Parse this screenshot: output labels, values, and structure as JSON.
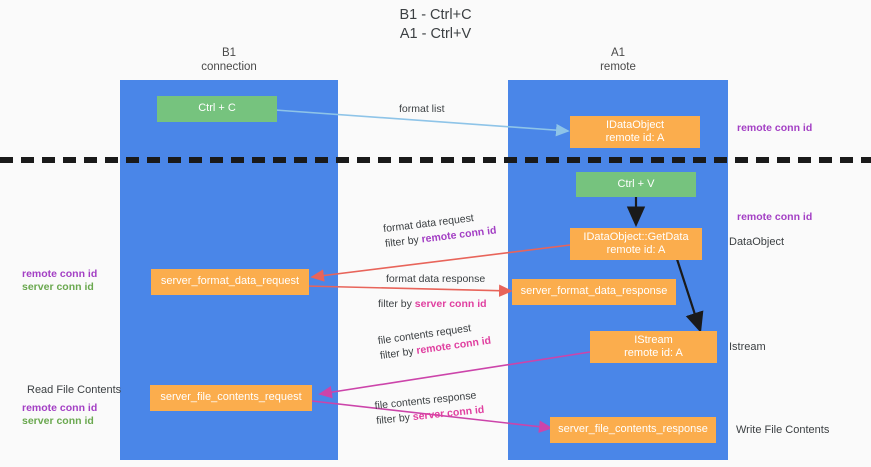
{
  "title": "B1 - Ctrl+C\nA1 - Ctrl+V",
  "columns": [
    {
      "name": "b1",
      "header": "B1\nconnection"
    },
    {
      "name": "a1",
      "header": "A1\nremote"
    }
  ],
  "boxes": {
    "ctrl_c": "Ctrl + C",
    "ctrl_v": "Ctrl + V",
    "idataobject": "IDataObject\nremote id: A",
    "idataobject_getdata": "IDataObject::GetData\nremote id: A",
    "istream": "IStream\nremote id: A",
    "server_format_data_request": "server_format_data_request",
    "server_format_data_response": "server_format_data_response",
    "server_file_contents_request": "server_file_contents_request",
    "server_file_contents_response": "server_file_contents_response"
  },
  "flows": {
    "format_list": "format list",
    "format_data_request": "format data request",
    "format_data_response": "format data response",
    "file_contents_request": "file contents request",
    "file_contents_response": "file contents response",
    "filter_by": "filter by "
  },
  "ids": {
    "remote_conn_id": "remote conn id",
    "server_conn_id": "server conn id"
  },
  "side_labels": {
    "read_file_contents": "Read File Contents",
    "dataobject": "DataObject",
    "istream": "Istream",
    "write_file_contents": "Write File Contents"
  },
  "colors": {
    "lane": "#4a86e8",
    "green_box": "#76c37e",
    "orange_box": "#fbad4d",
    "purple": "#a33fc4",
    "magenta": "#e040a0",
    "green_text": "#6aa84f",
    "arrow_blue": "#8ec4e8",
    "arrow_red": "#e8645a",
    "arrow_magenta": "#cc44aa",
    "arrow_black": "#1a1a1a",
    "divider": "#1a1a1a",
    "background": "#fafafa"
  }
}
